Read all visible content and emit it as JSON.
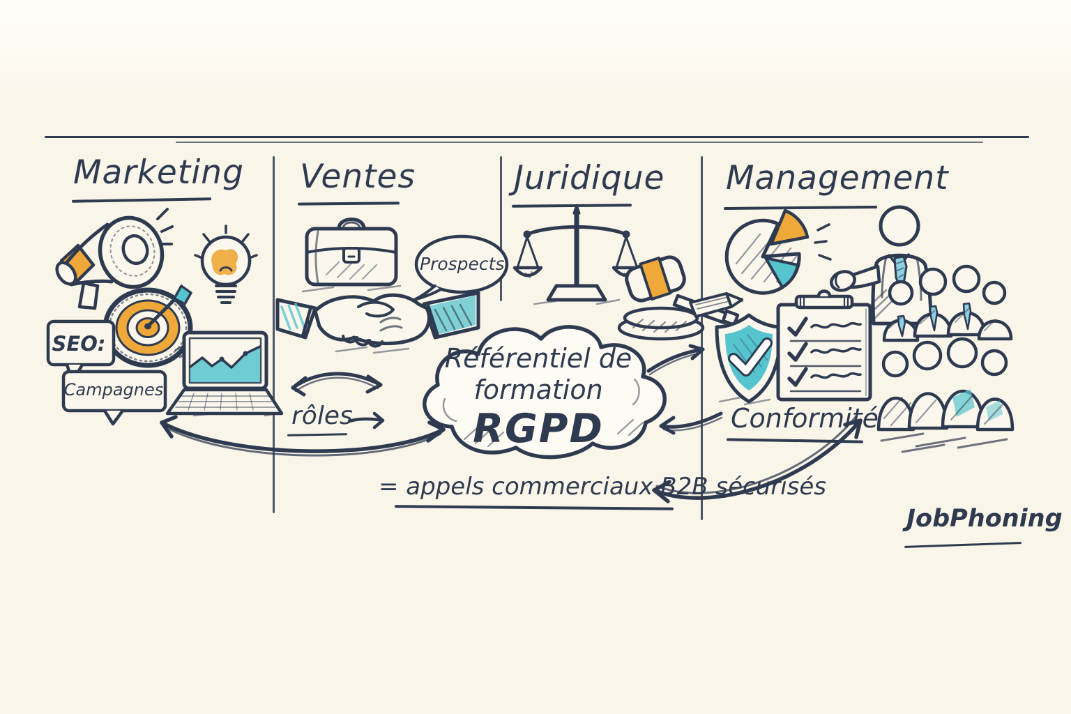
{
  "palette": {
    "background": "#FAF5E9",
    "paper_light": "#FDFBF3",
    "ink": "#2E3A50",
    "orange": "#EFA93B",
    "teal": "#56C4CF",
    "light_blue": "#8FD0E4",
    "cream": "#FBF7EC"
  },
  "columns": [
    {
      "label": "Marketing",
      "icons": [
        "megaphone-icon",
        "lightbulb-icon",
        "dart-target-icon",
        "laptop-chart-icon"
      ]
    },
    {
      "label": "Ventes",
      "icons": [
        "briefcase-icon",
        "handshake-icon"
      ]
    },
    {
      "label": "Juridique",
      "icons": [
        "scales-of-justice-icon",
        "gavel-icon"
      ]
    },
    {
      "label": "Management",
      "icons": [
        "pie-chart-icon",
        "presenter-icon",
        "pencil-icon",
        "shield-check-icon",
        "checklist-clipboard-icon",
        "team-icon"
      ]
    }
  ],
  "bubbles": {
    "seo": "SEO:",
    "campagnes": "Campagnes",
    "prospects": "Prospects"
  },
  "cloud": {
    "line1": "Référentiel de",
    "line2": "formation",
    "line3": "RGPD"
  },
  "connectors": {
    "roles": "rôles",
    "conformite": "Conformité"
  },
  "caption": "= appels commerciaux B2B sécurisés",
  "signature": "JobPhoning"
}
